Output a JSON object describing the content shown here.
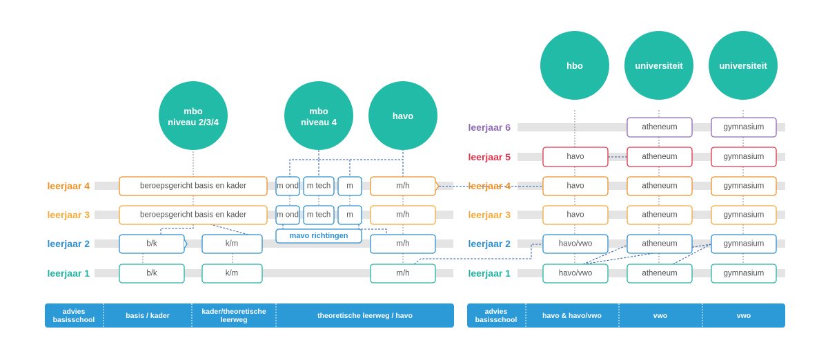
{
  "colors": {
    "teal": "#22bba8",
    "footer_blue": "#2d9ad8",
    "leerjaar_1": "#23b3a3",
    "leerjaar_2": "#2d8fd0",
    "leerjaar_3": "#f4a93a",
    "leerjaar_4": "#ef9128",
    "leerjaar_5": "#e2344b",
    "leerjaar_6": "#8e6ab4",
    "connector": "#2b5aa8"
  },
  "left": {
    "year_labels": {
      "y4": "leerjaar 4",
      "y3": "leerjaar 3",
      "y2": "leerjaar 2",
      "y1": "leerjaar 1"
    },
    "circles": {
      "mbo234": [
        "mbo",
        "niveau 2/3/4"
      ],
      "mbo4": [
        "mbo",
        "niveau 4"
      ],
      "havo": [
        "havo"
      ]
    },
    "boxes": {
      "bk_y4": "beroepsgericht basis en kader",
      "bk_y3": "beroepsgericht basis en kader",
      "bk_y2": "b/k",
      "km_y2": "k/m",
      "bk_y1": "b/k",
      "km_y1": "k/m",
      "mond_y4": "m ond",
      "mtech_y4": "m tech",
      "m_y4": "m",
      "mond_y3": "m ond",
      "mtech_y3": "m tech",
      "m_y3": "m",
      "mh_y4": "m/h",
      "mh_y3": "m/h",
      "mh_y2": "m/h",
      "mh_y1": "m/h"
    },
    "mavo_label": "mavo richtingen",
    "footer": {
      "advies": [
        "advies",
        "basisschool"
      ],
      "basis_kader": [
        "basis / kader"
      ],
      "kader_theor": [
        "kader/theoretische",
        "leerweg"
      ],
      "theor_havo": [
        "theoretische leerweg / havo"
      ]
    }
  },
  "right": {
    "year_labels": {
      "y6": "leerjaar 6",
      "y5": "leerjaar 5",
      "y4": "leerjaar 4",
      "y3": "leerjaar 3",
      "y2": "leerjaar 2",
      "y1": "leerjaar 1"
    },
    "circles": {
      "hbo": [
        "hbo"
      ],
      "uni1": [
        "universiteit"
      ],
      "uni2": [
        "universiteit"
      ]
    },
    "boxes": {
      "c1_y5": "havo",
      "c1_y4": "havo",
      "c1_y3": "havo",
      "c1_y2": "havo/vwo",
      "c1_y1": "havo/vwo",
      "c2_y6": "atheneum",
      "c2_y5": "atheneum",
      "c2_y4": "atheneum",
      "c2_y3": "atheneum",
      "c2_y2": "atheneum",
      "c2_y1": "atheneum",
      "c3_y6": "gymnasium",
      "c3_y5": "gymnasium",
      "c3_y4": "gymnasium",
      "c3_y3": "gymnasium",
      "c3_y2": "gymnasium",
      "c3_y1": "gymnasium"
    },
    "footer": {
      "advies": [
        "advies",
        "basisschool"
      ],
      "havo_vwo": [
        "havo & havo/vwo"
      ],
      "vwo1": [
        "vwo"
      ],
      "vwo2": [
        "vwo"
      ]
    }
  }
}
